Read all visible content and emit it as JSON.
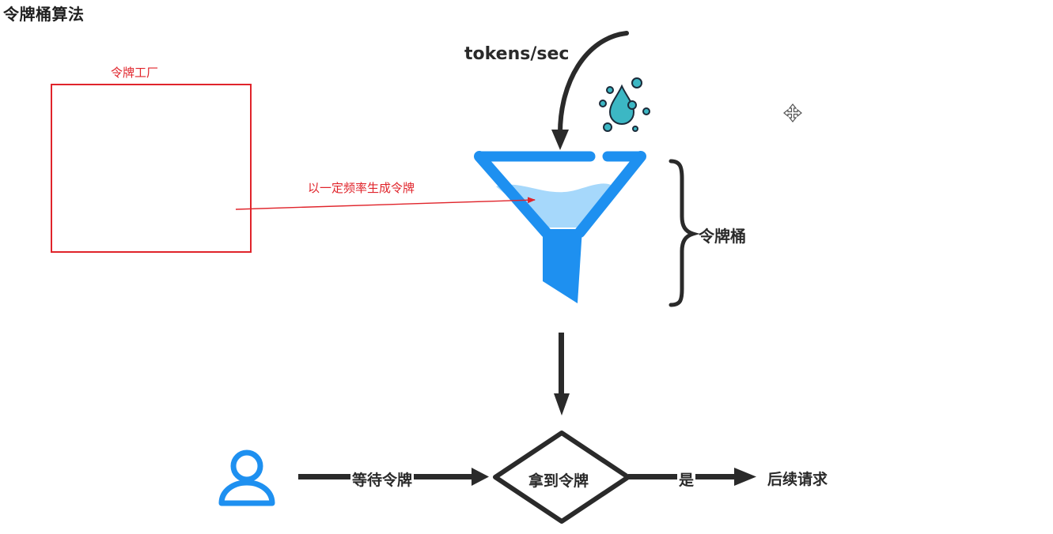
{
  "title": "令牌桶算法",
  "factory": {
    "label": "令牌工厂",
    "arrow_label": "以一定频率生成令牌"
  },
  "rate_label": "tokens/sec",
  "bucket_label": "令牌桶",
  "flow": {
    "wait": "等待令牌",
    "got_token": "拿到令牌",
    "yes": "是",
    "next_request": "后续请求"
  },
  "colors": {
    "annotation_red": "#e0242b",
    "funnel_blue": "#1e90f0",
    "water_light": "#a6d8fb",
    "drop_teal": "#3cb7c4",
    "dark": "#2a2a2a"
  },
  "icons": [
    "water-drop-icon",
    "user-icon",
    "funnel-icon",
    "move-cursor-icon"
  ]
}
